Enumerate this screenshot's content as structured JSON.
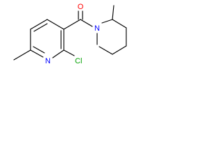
{
  "molecule": {
    "atoms": [
      {
        "label": "O",
        "color": "#ff0000"
      },
      {
        "label": "N",
        "color": "#0000ff"
      },
      {
        "label": "N",
        "color": "#0000ff"
      },
      {
        "label": "Cl",
        "color": "#00a000"
      }
    ]
  }
}
